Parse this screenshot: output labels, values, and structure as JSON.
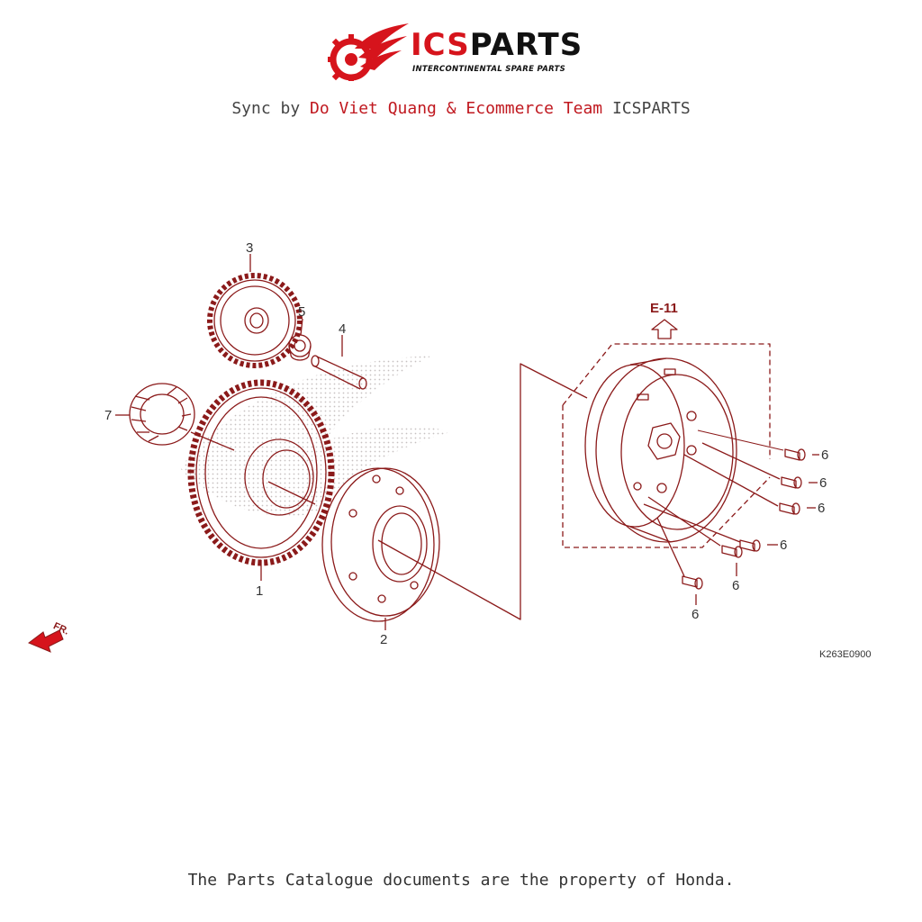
{
  "header": {
    "brand_ic": "ICS",
    "brand_rest": "PARTS",
    "tagline": "INTERCONTINENTAL SPARE PARTS",
    "sync_prefix": "Sync by",
    "sync_authors": "Do Viet Quang & Ecommerce Team",
    "sync_suffix": "ICSPARTS"
  },
  "diagram": {
    "reference": "E-11",
    "part_code": "K263E0900",
    "front_marker": "FR.",
    "callouts": {
      "c1": "1",
      "c2": "2",
      "c3": "3",
      "c4": "4",
      "c5": "5",
      "c7": "7",
      "c6a": "6",
      "c6b": "6",
      "c6c": "6",
      "c6d": "6",
      "c6e": "6",
      "c6f": "6"
    },
    "colors": {
      "line": "#8b1a1a",
      "brand": "#d6141c"
    }
  },
  "footer": {
    "notice": "The Parts Catalogue documents are the property of Honda."
  }
}
